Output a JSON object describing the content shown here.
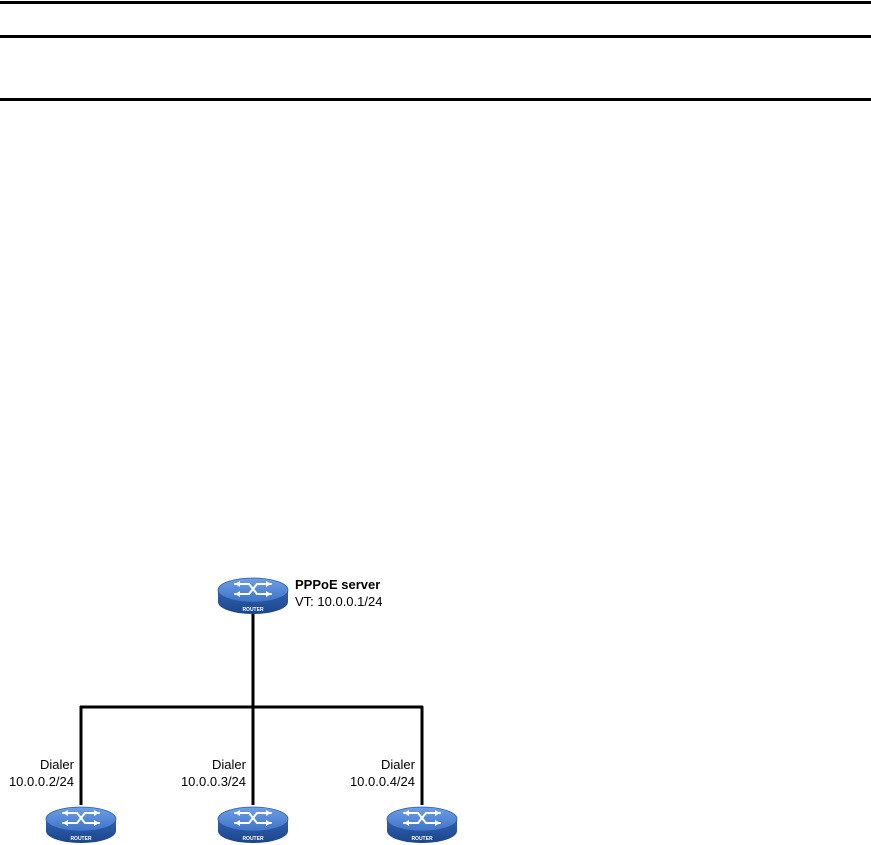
{
  "server": {
    "name": "PPPoE server",
    "address": "VT: 10.0.0.1/24",
    "device_label": "ROUTER"
  },
  "clients": [
    {
      "interface": "Dialer",
      "address": "10.0.0.2/24",
      "device_label": "ROUTER"
    },
    {
      "interface": "Dialer",
      "address": "10.0.0.3/24",
      "device_label": "ROUTER"
    },
    {
      "interface": "Dialer",
      "address": "10.0.0.4/24",
      "device_label": "ROUTER"
    }
  ],
  "colors": {
    "router_body": "#2a5aa8",
    "router_top": "#4f86d6",
    "line": "#000000"
  },
  "icons": {
    "router": "router-icon"
  }
}
